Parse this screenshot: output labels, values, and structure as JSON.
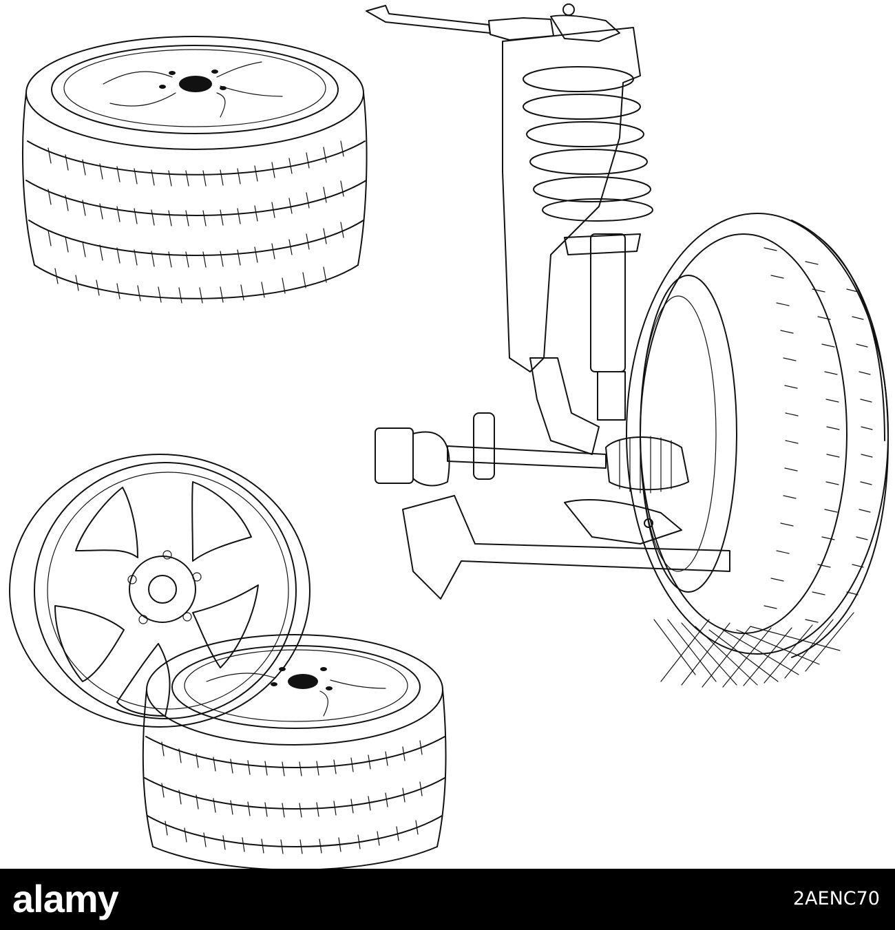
{
  "footer": {
    "logo_text": "alamy",
    "image_id": "2AENC70",
    "background_color": "#000000",
    "text_color": "#ffffff"
  },
  "illustration": {
    "style": "black ink line sketch on white",
    "objects": [
      {
        "name": "tire-on-rim-top-left-icon"
      },
      {
        "name": "suspension-strut-with-wheel-icon"
      },
      {
        "name": "alloy-wheel-rim-icon"
      },
      {
        "name": "tire-on-rim-bottom-icon"
      }
    ]
  }
}
